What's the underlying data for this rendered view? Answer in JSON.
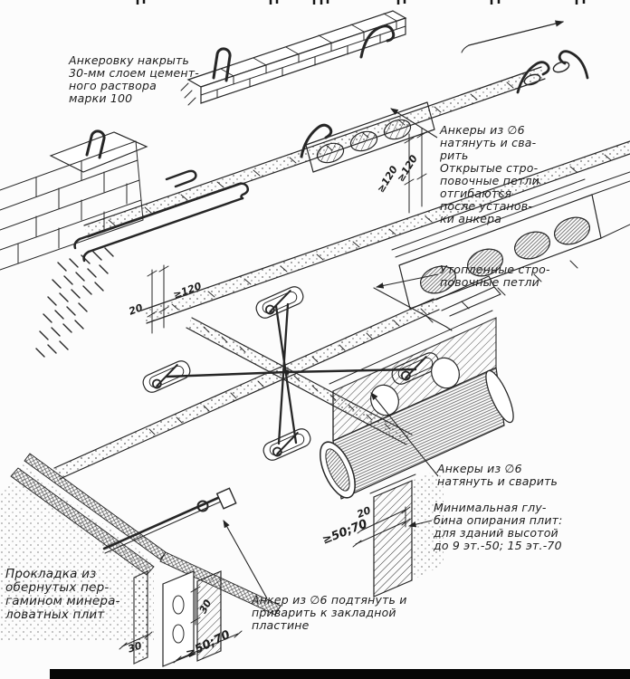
{
  "annotations": {
    "cover_mortar": "Анкеровку накрыть\n30-мм слоем цемент-\nного раствора\nмарки 100",
    "anchors_top": "Анкеры из ∅6\nнатянуть и сва-\nрить\nОткрытые стро-\nповочные петли\nотгибаются\nпосле установ-\nки анкера",
    "recessed_loops": "Утопленные стро-\nповочные петли",
    "anchors_bottom": "Анкеры из ∅6\nнатянуть и сварить",
    "min_support": "Минимальная глу-\nбина опирания плит:\nдля зданий высотой\nдо 9 эт.-50; 15 эт.-70",
    "gasket": "Прокладка из\nобернутых пер-\nгамином минера-\nловатных плит",
    "anchor_weld": "Анкер из ∅6 подтянуть и\nприварить к закладной\nпластине"
  },
  "dimensions": {
    "d20_top": "20",
    "d120_left": "≥120",
    "d120_right_outer": "≥120",
    "d120_right_inner": "≥120",
    "d20_bottom": "20",
    "d50_70_mid": "≥50;70",
    "d30_upper": "30",
    "d30_lower": "30",
    "d50_70_bottom": "≥50;70"
  },
  "colors": {
    "ink": "#222222",
    "paper": "#fcfcfc",
    "bottom_bar": "#060606"
  }
}
